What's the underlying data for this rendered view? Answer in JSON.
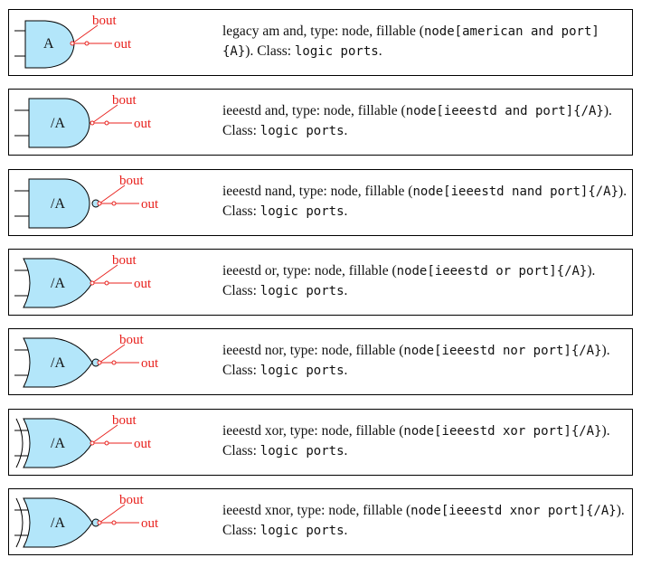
{
  "entries": [
    {
      "shape": "american-and",
      "node_label": "A",
      "bout_label": "bout",
      "out_label": "out",
      "desc_text": "legacy am and, type: node, fillable (",
      "desc_code": "node[american and port]{A}",
      "desc_after": "). Class: ",
      "desc_class": "logic ports",
      "desc_end": "."
    },
    {
      "shape": "ieee-and",
      "node_label": "/A",
      "bout_label": "bout",
      "out_label": "out",
      "desc_text": "ieeestd and, type: node, fillable (",
      "desc_code": "node[ieeestd and port]{/A}",
      "desc_after": "). Class: ",
      "desc_class": "logic ports",
      "desc_end": "."
    },
    {
      "shape": "ieee-nand",
      "node_label": "/A",
      "bout_label": "bout",
      "out_label": "out",
      "desc_text": "ieeestd nand, type: node, fillable (",
      "desc_code": "node[ieeestd nand port]{/A}",
      "desc_after": "). Class: ",
      "desc_class": "logic ports",
      "desc_end": "."
    },
    {
      "shape": "ieee-or",
      "node_label": "/A",
      "bout_label": "bout",
      "out_label": "out",
      "desc_text": "ieeestd or, type: node, fillable (",
      "desc_code": "node[ieeestd or port]{/A}",
      "desc_after": "). Class: ",
      "desc_class": "logic ports",
      "desc_end": "."
    },
    {
      "shape": "ieee-nor",
      "node_label": "/A",
      "bout_label": "bout",
      "out_label": "out",
      "desc_text": "ieeestd nor, type: node, fillable (",
      "desc_code": "node[ieeestd nor port]{/A}",
      "desc_after": "). Class: ",
      "desc_class": "logic ports",
      "desc_end": "."
    },
    {
      "shape": "ieee-xor",
      "node_label": "/A",
      "bout_label": "bout",
      "out_label": "out",
      "desc_text": "ieeestd xor, type: node, fillable (",
      "desc_code": "node[ieeestd xor port]{/A}",
      "desc_after": "). Class: ",
      "desc_class": "logic ports",
      "desc_end": "."
    },
    {
      "shape": "ieee-xnor",
      "node_label": "/A",
      "bout_label": "bout",
      "out_label": "out",
      "desc_text": "ieeestd xnor, type: node, fillable (",
      "desc_code": "node[ieeestd xnor port]{/A}",
      "desc_after": "). Class: ",
      "desc_class": "logic ports",
      "desc_end": "."
    }
  ],
  "colors": {
    "fill": "#b3e6fa",
    "anchor": "#e8201c",
    "border": "#000000"
  }
}
